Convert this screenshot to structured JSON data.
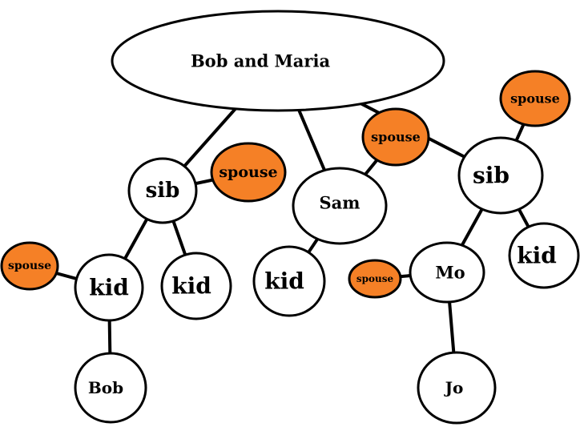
{
  "colors": {
    "person": "#ffffff",
    "spouse": "#f58026",
    "outline": "#000000"
  },
  "nodes": {
    "root": {
      "label": "Bob and Maria",
      "kind": "person"
    },
    "sib1": {
      "label": "sib",
      "kind": "person"
    },
    "spouse1": {
      "label": "spouse",
      "kind": "spouse"
    },
    "sam": {
      "label": "Sam",
      "kind": "person"
    },
    "spouse2": {
      "label": "spouse",
      "kind": "spouse"
    },
    "sib2": {
      "label": "sib",
      "kind": "person"
    },
    "spouse3": {
      "label": "spouse",
      "kind": "spouse"
    },
    "kid1": {
      "label": "kid",
      "kind": "person"
    },
    "spouse4": {
      "label": "spouse",
      "kind": "spouse"
    },
    "kid2": {
      "label": "kid",
      "kind": "person"
    },
    "kid3": {
      "label": "kid",
      "kind": "person"
    },
    "mo": {
      "label": "Mo",
      "kind": "person"
    },
    "spouse5": {
      "label": "spouse",
      "kind": "spouse"
    },
    "kid4": {
      "label": "kid",
      "kind": "person"
    },
    "bob": {
      "label": "Bob",
      "kind": "person"
    },
    "jo": {
      "label": "Jo",
      "kind": "person"
    }
  },
  "edges": [
    [
      "root",
      "sib1"
    ],
    [
      "root",
      "sam"
    ],
    [
      "root",
      "sib2"
    ],
    [
      "sib1",
      "spouse1"
    ],
    [
      "sam",
      "spouse2"
    ],
    [
      "sib2",
      "spouse3"
    ],
    [
      "sib1",
      "kid1"
    ],
    [
      "sib1",
      "kid2"
    ],
    [
      "kid1",
      "spouse4"
    ],
    [
      "kid1",
      "bob"
    ],
    [
      "sam",
      "kid3"
    ],
    [
      "sib2",
      "mo"
    ],
    [
      "sib2",
      "kid4"
    ],
    [
      "mo",
      "spouse5"
    ],
    [
      "mo",
      "jo"
    ]
  ]
}
